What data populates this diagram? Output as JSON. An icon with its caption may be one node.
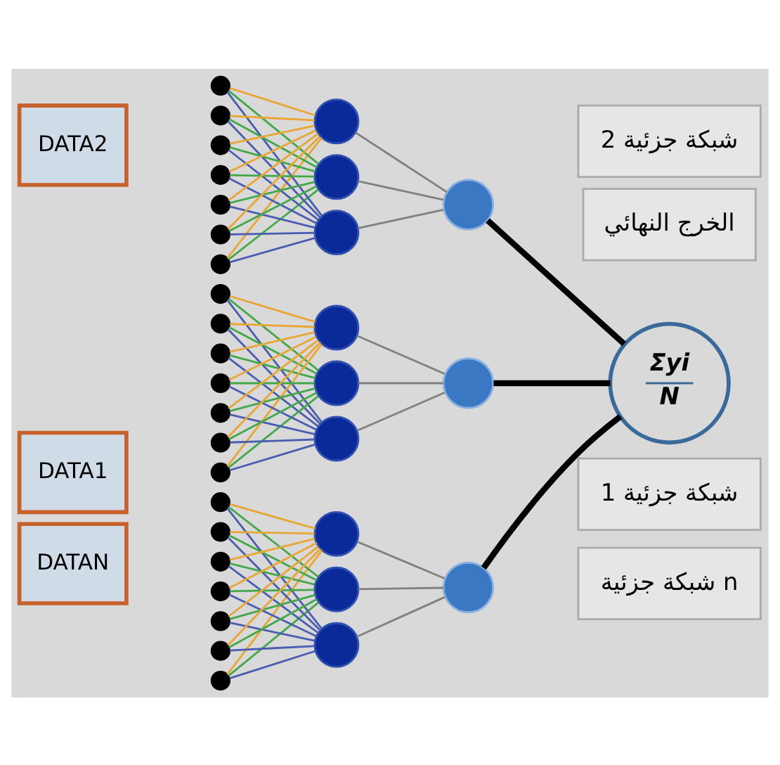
{
  "diagram": {
    "nodes": [
      {
        "text": [
          "DATA1"
        ]
      },
      {
        "text": [
          "شبكة جزئية 1"
        ]
      },
      {
        "text": [],
        "shape": "circle"
      },
      {
        "text": [],
        "shape": "circle"
      },
      {
        "text": [],
        "shape": "circle"
      },
      {
        "text": [],
        "shape": "circle"
      },
      {
        "text": [],
        "shape": "circle"
      },
      {
        "text": [],
        "shape": "circle"
      },
      {
        "text": [],
        "shape": "circle"
      },
      {
        "text": [],
        "shape": "circle"
      },
      {
        "text": [],
        "shape": "circle"
      },
      {
        "text": [],
        "shape": "circle"
      },
      {
        "text": [],
        "shape": "circle"
      },
      {
        "text": [
          "DATA2"
        ]
      },
      {
        "text": [],
        "shape": "circle"
      },
      {
        "text": [],
        "shape": "circle"
      },
      {
        "text": [],
        "shape": "circle"
      },
      {
        "text": [],
        "shape": "circle"
      },
      {
        "text": [],
        "shape": "circle"
      },
      {
        "text": [],
        "shape": "circle"
      },
      {
        "text": [],
        "shape": "circle"
      },
      {
        "text": [],
        "shape": "circle"
      },
      {
        "text": [],
        "shape": "circle"
      },
      {
        "text": [],
        "shape": "circle"
      },
      {
        "text": [],
        "shape": "circle"
      },
      {
        "text": [
          "الخرج النهائي"
        ]
      },
      {
        "text": [
          "Σyi",
          "N"
        ]
      },
      {
        "text": [
          "شبكة جزئية 2"
        ]
      },
      {
        "text": [
          "DATAN"
        ]
      },
      {
        "text": [],
        "shape": "circle"
      },
      {
        "text": [],
        "shape": "circle"
      },
      {
        "text": [],
        "shape": "circle"
      },
      {
        "text": [],
        "shape": "circle"
      },
      {
        "text": [],
        "shape": "circle"
      },
      {
        "text": [],
        "shape": "circle"
      },
      {
        "text": [],
        "shape": "circle"
      },
      {
        "text": [],
        "shape": "circle"
      },
      {
        "text": [],
        "shape": "circle"
      },
      {
        "text": [],
        "shape": "circle"
      },
      {
        "text": [],
        "shape": "circle"
      },
      {
        "text": [
          "شبكة جزئية n"
        ]
      }
    ],
    "edges": [
      {
        "from": 2,
        "to": 9,
        "arrow": "none",
        "color": "#e8a735"
      },
      {
        "from": 2,
        "to": 10,
        "arrow": "none",
        "color": "#43a84a"
      },
      {
        "from": 2,
        "to": 11,
        "arrow": "none",
        "color": "#4a5db0"
      },
      {
        "from": 3,
        "to": 9,
        "arrow": "none",
        "color": "#e8a735"
      },
      {
        "from": 3,
        "to": 10,
        "arrow": "none",
        "color": "#43a84a"
      },
      {
        "from": 3,
        "to": 11,
        "arrow": "none",
        "color": "#4a5db0"
      },
      {
        "from": 4,
        "to": 9,
        "arrow": "none",
        "color": "#e8a735"
      },
      {
        "from": 4,
        "to": 10,
        "arrow": "none",
        "color": "#43a84a"
      },
      {
        "from": 4,
        "to": 11,
        "arrow": "none",
        "color": "#4a5db0"
      },
      {
        "from": 5,
        "to": 9,
        "arrow": "none",
        "color": "#e8a735"
      },
      {
        "from": 5,
        "to": 10,
        "arrow": "none",
        "color": "#43a84a"
      },
      {
        "from": 5,
        "to": 11,
        "arrow": "none",
        "color": "#4a5db0"
      },
      {
        "from": 6,
        "to": 9,
        "arrow": "none",
        "color": "#e8a735"
      },
      {
        "from": 6,
        "to": 10,
        "arrow": "none",
        "color": "#43a84a"
      },
      {
        "from": 6,
        "to": 11,
        "arrow": "none",
        "color": "#4a5db0"
      },
      {
        "from": 7,
        "to": 9,
        "arrow": "none",
        "color": "#e8a735"
      },
      {
        "from": 7,
        "to": 10,
        "arrow": "none",
        "color": "#43a84a"
      },
      {
        "from": 7,
        "to": 11,
        "arrow": "none",
        "color": "#4a5db0"
      },
      {
        "from": 8,
        "to": 9,
        "arrow": "none",
        "color": "#e8a735"
      },
      {
        "from": 8,
        "to": 10,
        "arrow": "none",
        "color": "#43a84a"
      },
      {
        "from": 8,
        "to": 11,
        "arrow": "none",
        "color": "#4a5db0"
      },
      {
        "from": 9,
        "to": 12,
        "arrow": "none",
        "color": "#808080"
      },
      {
        "from": 10,
        "to": 12,
        "arrow": "none",
        "color": "#808080"
      },
      {
        "from": 11,
        "to": 12,
        "arrow": "none",
        "color": "#808080"
      },
      {
        "from": 14,
        "to": 21,
        "arrow": "none",
        "color": "#e8a735"
      },
      {
        "from": 14,
        "to": 22,
        "arrow": "none",
        "color": "#43a84a"
      },
      {
        "from": 14,
        "to": 23,
        "arrow": "none",
        "color": "#4a5db0"
      },
      {
        "from": 15,
        "to": 21,
        "arrow": "none",
        "color": "#e8a735"
      },
      {
        "from": 15,
        "to": 22,
        "arrow": "none",
        "color": "#43a84a"
      },
      {
        "from": 15,
        "to": 23,
        "arrow": "none",
        "color": "#4a5db0"
      },
      {
        "from": 16,
        "to": 21,
        "arrow": "none",
        "color": "#e8a735"
      },
      {
        "from": 16,
        "to": 22,
        "arrow": "none",
        "color": "#43a84a"
      },
      {
        "from": 16,
        "to": 23,
        "arrow": "none",
        "color": "#4a5db0"
      },
      {
        "from": 17,
        "to": 21,
        "arrow": "none",
        "color": "#e8a735"
      },
      {
        "from": 17,
        "to": 22,
        "arrow": "none",
        "color": "#43a84a"
      },
      {
        "from": 17,
        "to": 23,
        "arrow": "none",
        "color": "#4a5db0"
      },
      {
        "from": 18,
        "to": 21,
        "arrow": "none",
        "color": "#e8a735"
      },
      {
        "from": 18,
        "to": 22,
        "arrow": "none",
        "color": "#43a84a"
      },
      {
        "from": 18,
        "to": 23,
        "arrow": "none",
        "color": "#4a5db0"
      },
      {
        "from": 19,
        "to": 21,
        "arrow": "none",
        "color": "#e8a735"
      },
      {
        "from": 19,
        "to": 22,
        "arrow": "none",
        "color": "#43a84a"
      },
      {
        "from": 19,
        "to": 23,
        "arrow": "none",
        "color": "#4a5db0"
      },
      {
        "from": 20,
        "to": 21,
        "arrow": "none",
        "color": "#e8a735"
      },
      {
        "from": 20,
        "to": 22,
        "arrow": "none",
        "color": "#43a84a"
      },
      {
        "from": 20,
        "to": 23,
        "arrow": "none",
        "color": "#4a5db0"
      },
      {
        "from": 21,
        "to": 24,
        "arrow": "none",
        "color": "#808080"
      },
      {
        "from": 22,
        "to": 24,
        "arrow": "none",
        "color": "#808080"
      },
      {
        "from": 23,
        "to": 24,
        "arrow": "none",
        "color": "#808080"
      },
      {
        "from": 29,
        "to": 36,
        "arrow": "none",
        "color": "#e8a735"
      },
      {
        "from": 29,
        "to": 37,
        "arrow": "none",
        "color": "#43a84a"
      },
      {
        "from": 29,
        "to": 38,
        "arrow": "none",
        "color": "#4a5db0"
      },
      {
        "from": 30,
        "to": 36,
        "arrow": "none",
        "color": "#e8a735"
      },
      {
        "from": 30,
        "to": 37,
        "arrow": "none",
        "color": "#43a84a"
      },
      {
        "from": 30,
        "to": 38,
        "arrow": "none",
        "color": "#4a5db0"
      },
      {
        "from": 31,
        "to": 36,
        "arrow": "none",
        "color": "#e8a735"
      },
      {
        "from": 31,
        "to": 37,
        "arrow": "none",
        "color": "#43a84a"
      },
      {
        "from": 31,
        "to": 38,
        "arrow": "none",
        "color": "#4a5db0"
      },
      {
        "from": 32,
        "to": 36,
        "arrow": "none",
        "color": "#e8a735"
      },
      {
        "from": 32,
        "to": 37,
        "arrow": "none",
        "color": "#43a84a"
      },
      {
        "from": 32,
        "to": 38,
        "arrow": "none",
        "color": "#4a5db0"
      },
      {
        "from": 33,
        "to": 36,
        "arrow": "none",
        "color": "#e8a735"
      },
      {
        "from": 33,
        "to": 37,
        "arrow": "none",
        "color": "#43a84a"
      },
      {
        "from": 33,
        "to": 38,
        "arrow": "none",
        "color": "#4a5db0"
      },
      {
        "from": 34,
        "to": 36,
        "arrow": "none",
        "color": "#e8a735"
      },
      {
        "from": 34,
        "to": 37,
        "arrow": "none",
        "color": "#43a84a"
      },
      {
        "from": 34,
        "to": 38,
        "arrow": "none",
        "color": "#4a5db0"
      },
      {
        "from": 35,
        "to": 36,
        "arrow": "none",
        "color": "#e8a735"
      },
      {
        "from": 35,
        "to": 37,
        "arrow": "none",
        "color": "#43a84a"
      },
      {
        "from": 35,
        "to": 38,
        "arrow": "none",
        "color": "#4a5db0"
      },
      {
        "from": 36,
        "to": 39,
        "arrow": "none",
        "color": "#808080"
      },
      {
        "from": 37,
        "to": 39,
        "arrow": "none",
        "color": "#808080"
      },
      {
        "from": 38,
        "to": 39,
        "arrow": "none",
        "color": "#808080"
      },
      {
        "from": 12,
        "to": 26,
        "arrow": "none",
        "style": "thick",
        "color": "#000000"
      },
      {
        "from": 24,
        "to": 26,
        "arrow": "none",
        "style": "thick",
        "color": "#000000"
      },
      {
        "from": 39,
        "to": 26,
        "arrow": "none",
        "style": "thick",
        "color": "#000000"
      }
    ]
  }
}
